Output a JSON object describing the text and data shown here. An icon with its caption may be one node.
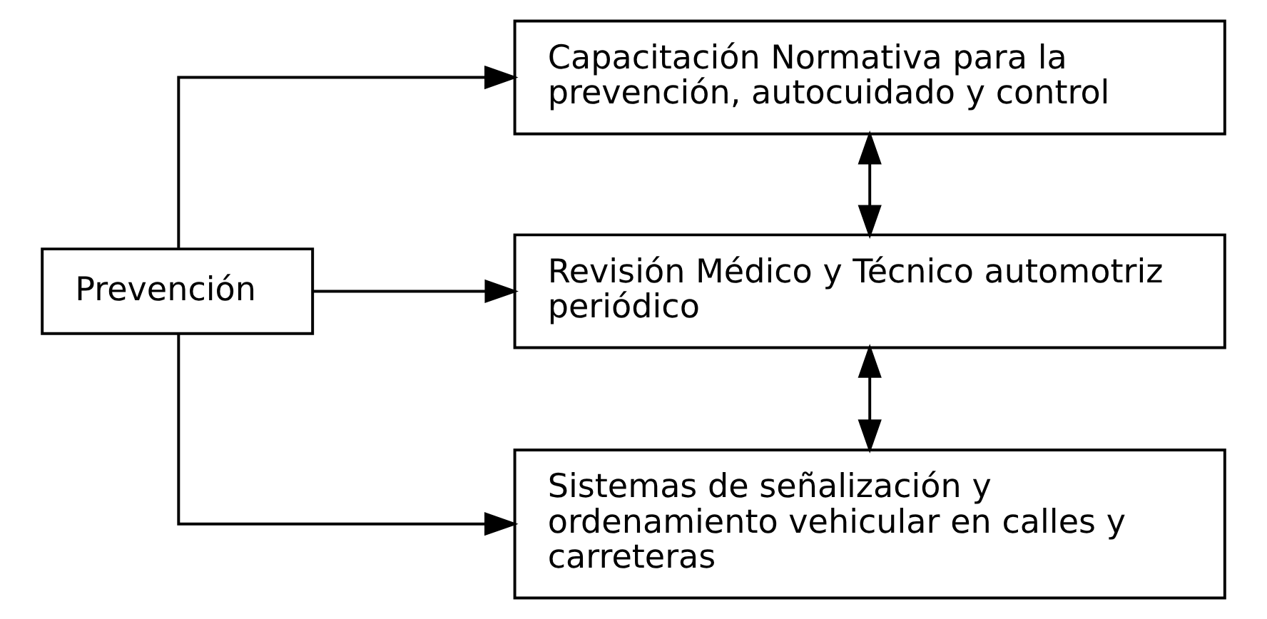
{
  "diagram": {
    "nodes": [
      {
        "text": [
          "Prevención"
        ]
      },
      {
        "text": [
          "Capacitación Normativa para la prevención, autocuidado y control"
        ]
      },
      {
        "text": [
          "Revisión Médico y Técnico automotriz periódico"
        ]
      },
      {
        "text": [
          "Sistemas de señalización y ordenamiento vehicular en calles y carreteras"
        ]
      }
    ],
    "edges": [
      {
        "from": 0,
        "to": 1,
        "arrow": "to"
      },
      {
        "from": 0,
        "to": 2,
        "arrow": "to"
      },
      {
        "from": 0,
        "to": 3,
        "arrow": "to"
      },
      {
        "from": 1,
        "to": 2,
        "arrow": "both"
      },
      {
        "from": 2,
        "to": 3,
        "arrow": "both"
      }
    ]
  }
}
